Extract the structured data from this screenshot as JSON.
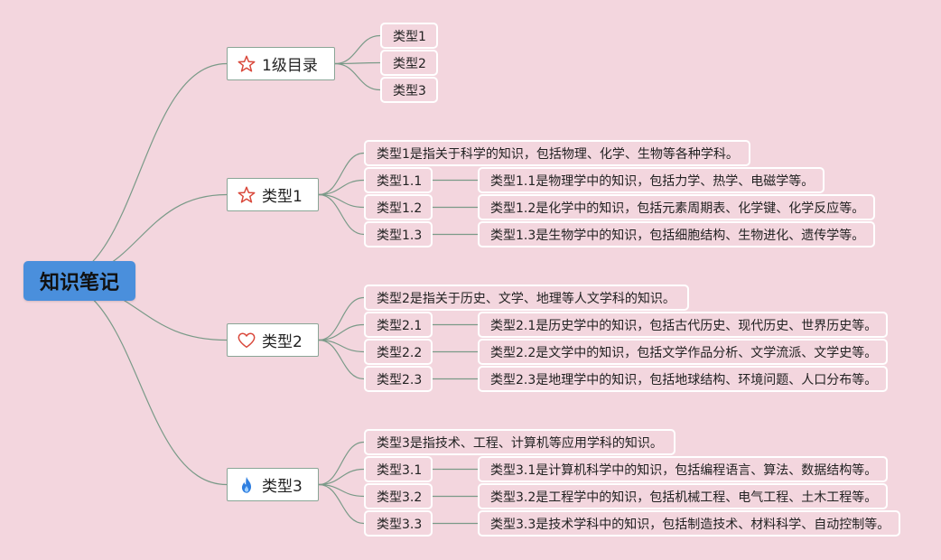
{
  "root": {
    "label": "知识笔记"
  },
  "branches": [
    {
      "label": "1级目录",
      "icon": "star-outline-icon",
      "items": [
        {
          "label": "类型1"
        },
        {
          "label": "类型2"
        },
        {
          "label": "类型3"
        }
      ]
    },
    {
      "label": "类型1",
      "icon": "star-outline-icon",
      "intro": "类型1是指关于科学的知识，包括物理、化学、生物等各种学科。",
      "items": [
        {
          "label": "类型1.1",
          "desc": "类型1.1是物理学中的知识，包括力学、热学、电磁学等。"
        },
        {
          "label": "类型1.2",
          "desc": "类型1.2是化学中的知识，包括元素周期表、化学键、化学反应等。"
        },
        {
          "label": "类型1.3",
          "desc": "类型1.3是生物学中的知识，包括细胞结构、生物进化、遗传学等。"
        }
      ]
    },
    {
      "label": "类型2",
      "icon": "heart-outline-icon",
      "intro": "类型2是指关于历史、文学、地理等人文学科的知识。",
      "items": [
        {
          "label": "类型2.1",
          "desc": "类型2.1是历史学中的知识，包括古代历史、现代历史、世界历史等。"
        },
        {
          "label": "类型2.2",
          "desc": "类型2.2是文学中的知识，包括文学作品分析、文学流派、文学史等。"
        },
        {
          "label": "类型2.3",
          "desc": "类型2.3是地理学中的知识，包括地球结构、环境问题、人口分布等。"
        }
      ]
    },
    {
      "label": "类型3",
      "icon": "flame-icon",
      "intro": "类型3是指技术、工程、计算机等应用学科的知识。",
      "items": [
        {
          "label": "类型3.1",
          "desc": "类型3.1是计算机科学中的知识，包括编程语言、算法、数据结构等。"
        },
        {
          "label": "类型3.2",
          "desc": "类型3.2是工程学中的知识，包括机械工程、电气工程、土木工程等。"
        },
        {
          "label": "类型3.3",
          "desc": "类型3.3是技术学科中的知识，包括制造技术、材料科学、自动控制等。"
        }
      ]
    }
  ],
  "colors": {
    "background": "#f3d6de",
    "root_fill": "#4a8fdc",
    "link": "#7a9a88",
    "leaf_border": "#ffffff",
    "icon_red": "#d9473a",
    "icon_blue": "#2f7fe0"
  }
}
